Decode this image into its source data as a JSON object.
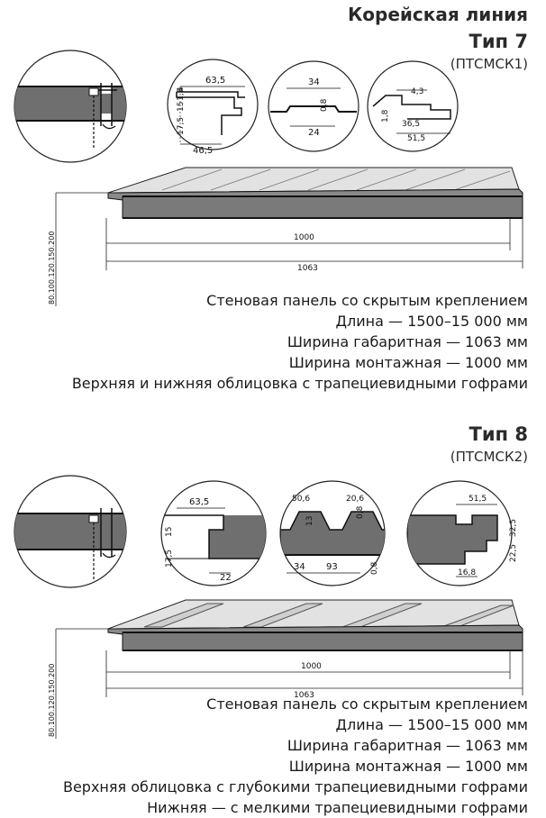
{
  "header": {
    "line_title": "Корейская линия"
  },
  "type7": {
    "title": "Тип 7",
    "code": "(ПТСМСК1)",
    "dims": {
      "d1": "63,5",
      "d2": "1,5",
      "d3": "15",
      "d4": "4",
      "d5": "17,5",
      "d6": "46,5",
      "m1": "34",
      "m2": "0,8",
      "m3": "24",
      "r1": "4,3",
      "r2": "1,8",
      "r3": "36,5",
      "r4": "51,5",
      "w_mount": "1000",
      "w_total": "1063",
      "thickness": "80.100.120.150.200"
    },
    "desc": [
      "Стеновая панель со скрытым креплением",
      "Длина — 1500–15 000 мм",
      "Ширина габаритная — 1063 мм",
      "Ширина монтажная — 1000 мм",
      "Верхняя и нижняя облицовка с трапециевидными гофрами"
    ]
  },
  "type8": {
    "title": "Тип 8",
    "code": "(ПТСМСК2)",
    "dims": {
      "d1": "63,5",
      "d2": "15",
      "d3": "17,5",
      "d4": "22",
      "m1": "50,6",
      "m2": "20,6",
      "m3": "13",
      "m4": "0,8",
      "m5": "34",
      "m6": "93",
      "m7": "0,8",
      "r1": "51,5",
      "r2": "32,5",
      "r3": "22,5",
      "r4": "16,8",
      "w_mount": "1000",
      "w_total": "1063",
      "thickness": "80.100.120.150.200"
    },
    "desc": [
      "Стеновая панель со скрытым креплением",
      "Длина — 1500–15 000 мм",
      "Ширина габаритная — 1063 мм",
      "Ширина монтажная — 1000 мм",
      "Верхняя облицовка с глубокими трапециевидными гофрами",
      "Нижняя — с мелкими трапециевидными гофрами"
    ]
  }
}
